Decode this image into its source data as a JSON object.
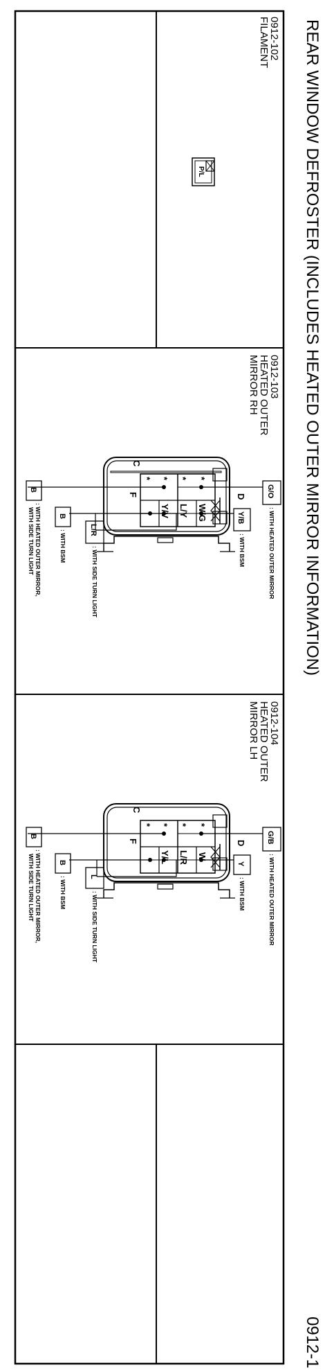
{
  "page": {
    "title": "REAR WINDOW DEFROSTER (INCLUDES HEATED OUTER MIRROR INFORMATION)",
    "page_number": "0912-1"
  },
  "connectors": [
    {
      "code": "0912-102",
      "name_line1": "FILAMENT",
      "name_line2": "",
      "terminal_label": "P/L"
    },
    {
      "code": "0912-103",
      "name_line1": "HEATED OUTER",
      "name_line2": "MIRROR RH",
      "pins": {
        "top_left": "*",
        "top_mid": "*",
        "top_right": "W/G",
        "bottom_left": "*",
        "bottom_mid": "*",
        "bottom_mid2": "L/Y",
        "bottom_right": "Y/V"
      },
      "pin_letters": {
        "c": "C",
        "d": "D",
        "f": "F"
      },
      "wires": [
        {
          "color": "G/O",
          "note": ": WITH HEATED OUTER MIRROR"
        },
        {
          "color": "Y/B",
          "note": ": WITH BSM"
        },
        {
          "color": "L/R",
          "note": ": WITH SIDE TURN LIGHT"
        },
        {
          "color": "B",
          "note": ": WITH BSM"
        },
        {
          "color": "B",
          "note": ": WITH HEATED OUTER MIRROR,",
          "note2": "WITH SIDE TURN LIGHT"
        }
      ]
    },
    {
      "code": "0912-104",
      "name_line1": "HEATED OUTER",
      "name_line2": "MIRROR LH",
      "pins": {
        "top_left": "*",
        "top_mid": "*",
        "top_right": "W",
        "bottom_left": "*",
        "bottom_mid": "*",
        "bottom_mid2": "L/R",
        "bottom_right": "Y/L"
      },
      "pin_letters": {
        "c": "C",
        "d": "D",
        "f": "F"
      },
      "wires": [
        {
          "color": "G/B",
          "note": ": WITH HEATED OUTER MIRROR"
        },
        {
          "color": "Y",
          "note": ": WITH BSM"
        },
        {
          "color": "L",
          "note": ": WITH SIDE TURN LIGHT"
        },
        {
          "color": "B",
          "note": ": WITH BSM"
        },
        {
          "color": "B",
          "note": ": WITH HEATED OUTER MIRROR,",
          "note2": "WITH SIDE TURN LIGHT"
        }
      ]
    }
  ]
}
